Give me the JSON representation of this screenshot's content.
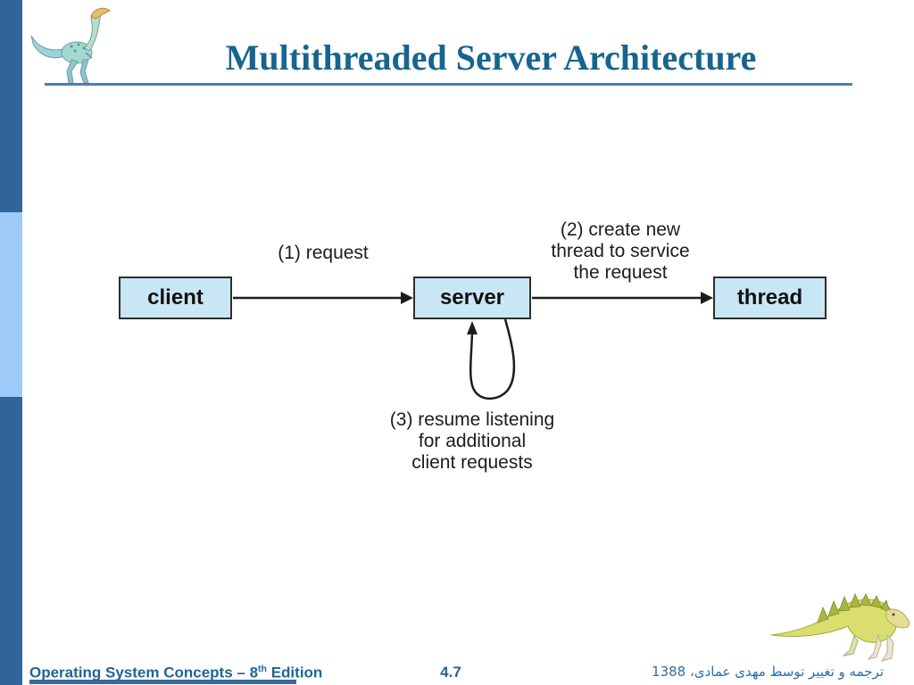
{
  "page": {
    "title": "Multithreaded Server Architecture"
  },
  "colors": {
    "title_text": "#17658F",
    "title_rule": "#4E7CB0",
    "sidebar_dark": "#31659A",
    "sidebar_light": "#9ECBF9",
    "node_fill": "#C9E6F5",
    "node_border": "#2E2E2E",
    "ink": "#1C1C1C",
    "footer_text": "#1E6596",
    "footer_rule": "#38699B",
    "credit_text": "#2B6FA8"
  },
  "diagram": {
    "node_client": "client",
    "node_server": "server",
    "node_thread": "thread",
    "step1": "(1) request",
    "step2": "(2) create new\nthread to service\nthe request",
    "step3": "(3) resume listening\nfor additional\nclient requests"
  },
  "footer": {
    "book_prefix": "Operating System Concepts – 8",
    "edition_sup": "th",
    "edition_suffix": " Edition",
    "page_number": "4.7",
    "credit": "ترجمه و تغییر توسط مهدی عمادی، 1388"
  },
  "icons": {
    "top_left_logo": "dinosaur-icon",
    "bottom_right_logo": "dinosaur-icon"
  }
}
